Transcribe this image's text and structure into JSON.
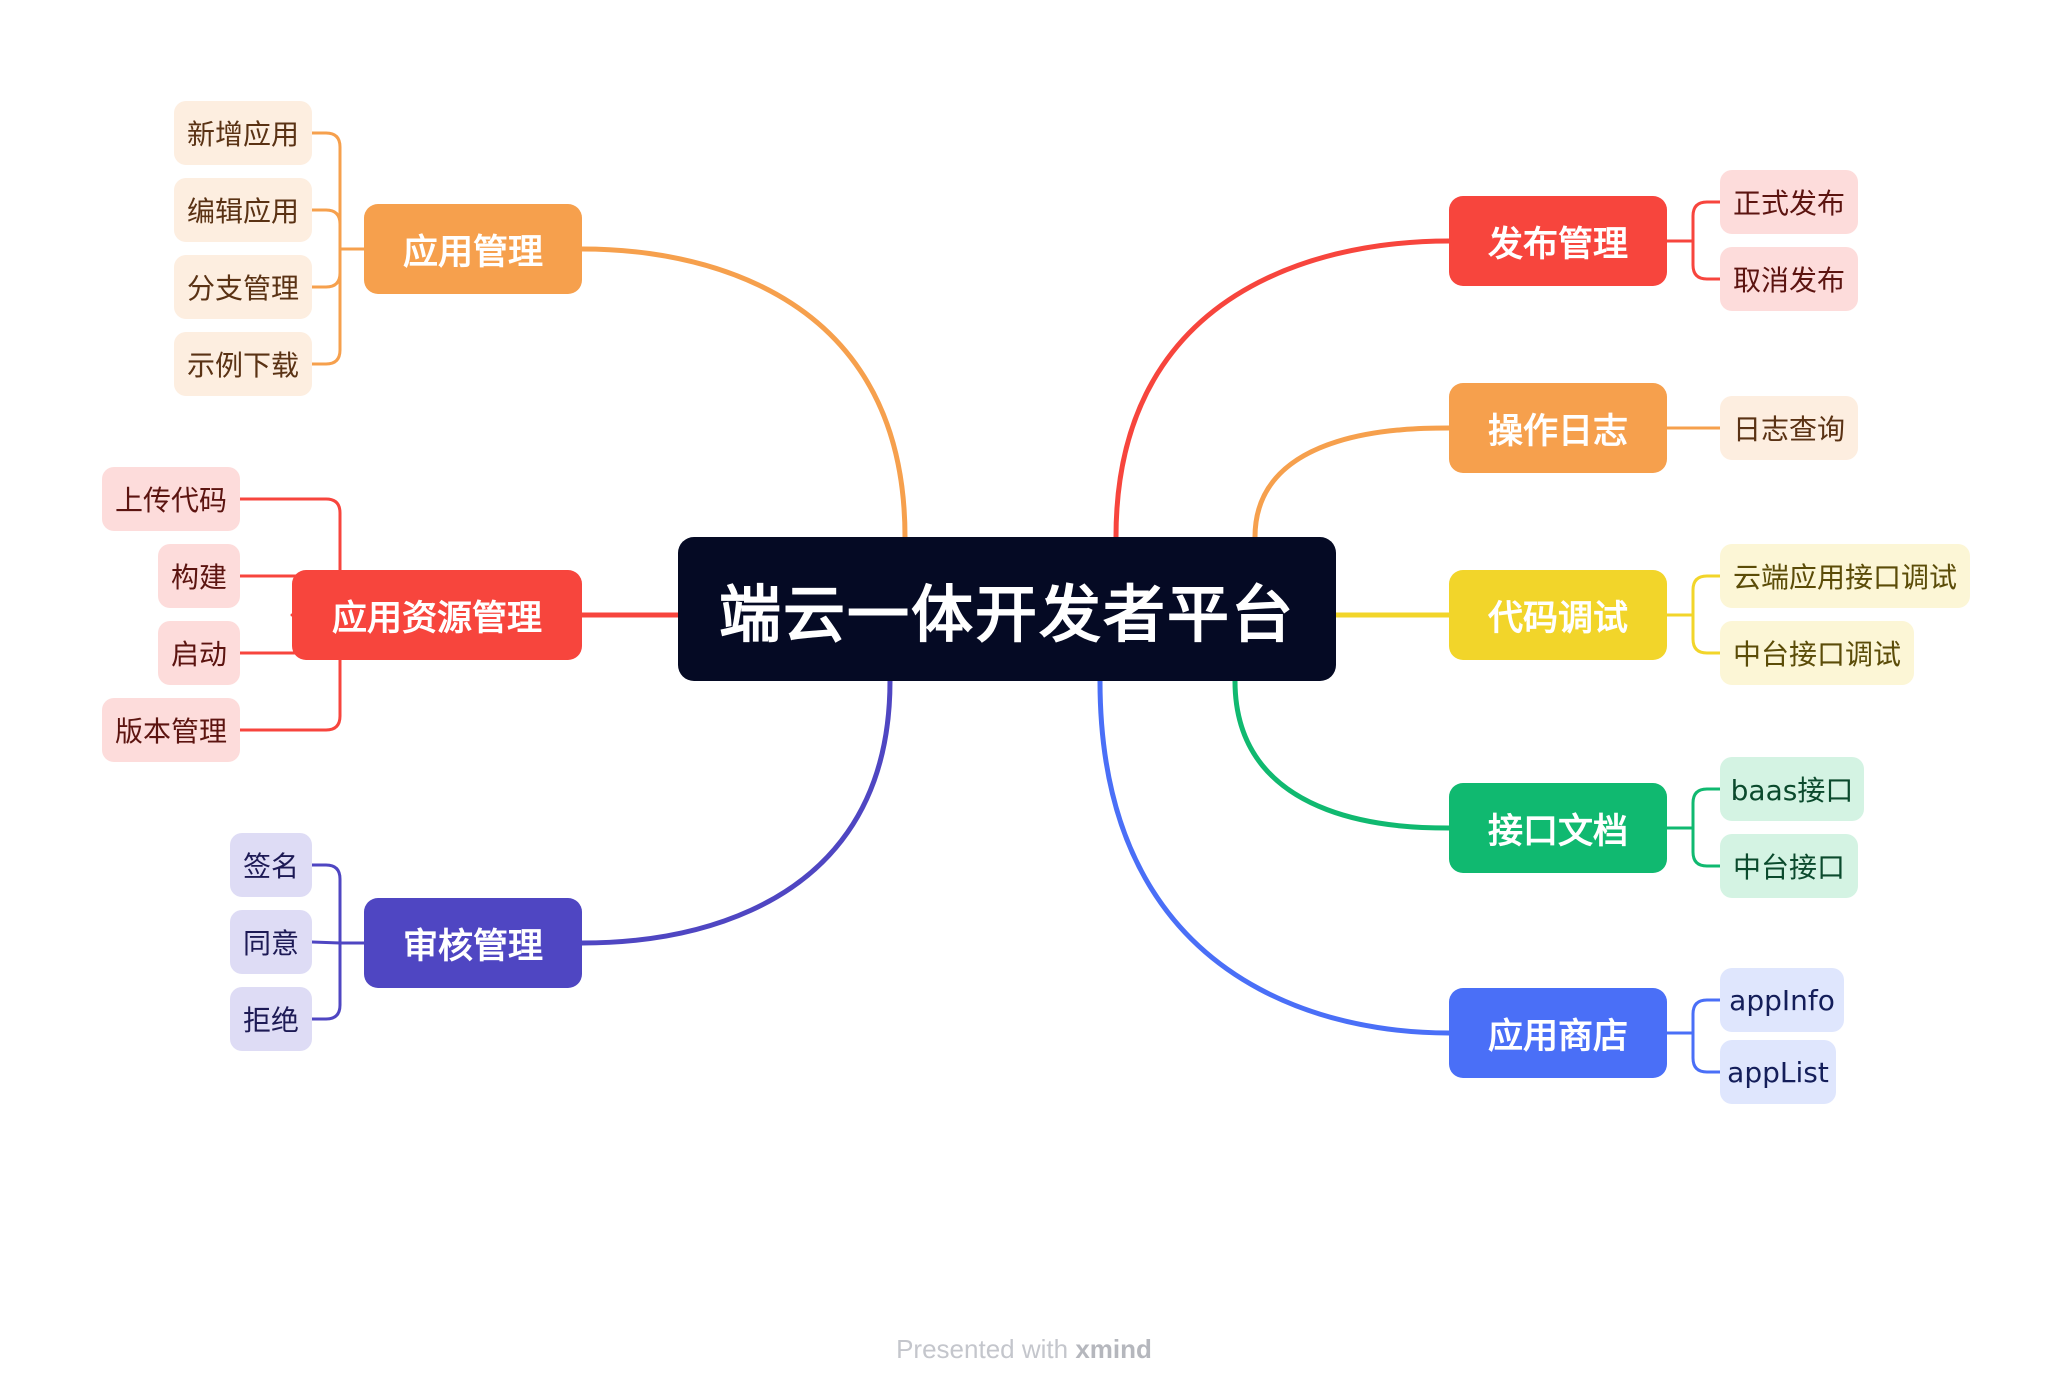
{
  "root": {
    "label": "端云一体开发者平台",
    "color": "#050a24"
  },
  "branches": [
    {
      "id": "app-management",
      "side": "left",
      "label": "应用管理",
      "color": "#f6a04d",
      "light": "#fdeee0",
      "text": "#5a3214",
      "children": [
        "新增应用",
        "编辑应用",
        "分支管理",
        "示例下载"
      ]
    },
    {
      "id": "app-resource-management",
      "side": "left",
      "label": "应用资源管理",
      "color": "#f7453d",
      "light": "#fddcdb",
      "text": "#5c1410",
      "children": [
        "上传代码",
        "构建",
        "启动",
        "版本管理"
      ]
    },
    {
      "id": "review-management",
      "side": "left",
      "label": "审核管理",
      "color": "#4f46c2",
      "light": "#dedcf5",
      "text": "#1d1a55",
      "children": [
        "签名",
        "同意",
        "拒绝"
      ]
    },
    {
      "id": "release-management",
      "side": "right",
      "label": "发布管理",
      "color": "#f7453d",
      "light": "#fddcdb",
      "text": "#5c1410",
      "children": [
        "正式发布",
        "取消发布"
      ]
    },
    {
      "id": "operation-log",
      "side": "right",
      "label": "操作日志",
      "color": "#f6a04d",
      "light": "#fdeee0",
      "text": "#5a3214",
      "children": [
        "日志查询"
      ]
    },
    {
      "id": "code-debug",
      "side": "right",
      "label": "代码调试",
      "color": "#f2d52a",
      "light": "#fcf6d6",
      "text": "#5b4c08",
      "children": [
        "云端应用接口调试",
        "中台接口调试"
      ]
    },
    {
      "id": "api-docs",
      "side": "right",
      "label": "接口文档",
      "color": "#10b970",
      "light": "#d4f3e3",
      "text": "#0b4a2d",
      "children": [
        "baas接口",
        "中台接口"
      ]
    },
    {
      "id": "app-store",
      "side": "right",
      "label": "应用商店",
      "color": "#4a6ff7",
      "light": "#dfe6fd",
      "text": "#141e5a",
      "children": [
        "appInfo",
        "appList"
      ]
    }
  ],
  "footer": {
    "prefix": "Presented with",
    "brand": "xmind"
  }
}
